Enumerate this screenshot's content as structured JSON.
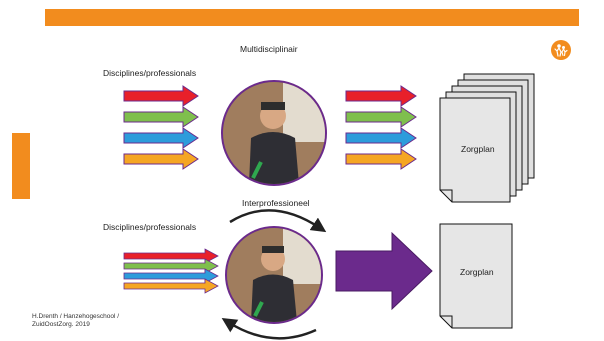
{
  "slide": {
    "top_title": "Multidisciplinair",
    "bottom_title": "Interprofessioneel",
    "disciplines_label_top": "Disciplines/professionals",
    "disciplines_label_bottom": "Disciplines/professionals",
    "doc_label_top": "Zorgplan",
    "doc_label_bottom": "Zorgplan",
    "footer_line1": "H.Drenth / Hanzehogeschool /",
    "footer_line2": "ZuidOostZorg. 2019"
  },
  "icons": {
    "logo": "people-logo-icon"
  },
  "colors": {
    "accent": "#f28c1e",
    "purple": "#6b2a8c",
    "arrow_red": "#e8202a",
    "arrow_green": "#7fbf4d",
    "arrow_blue": "#2d9cdb",
    "arrow_orange": "#f5a623"
  }
}
